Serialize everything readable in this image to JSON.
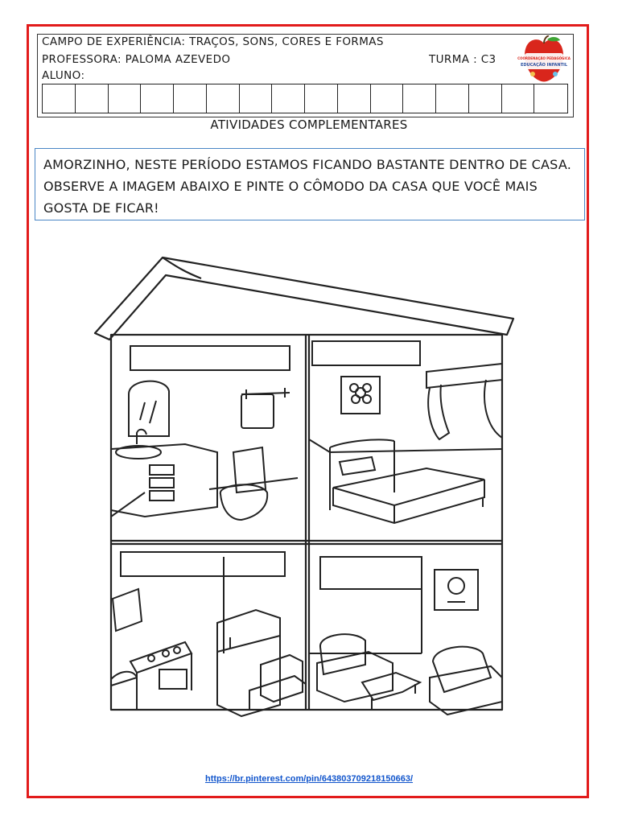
{
  "header": {
    "campo": "CAMPO DE EXPERIÊNCIA: TRAÇOS, SONS, CORES E FORMAS",
    "professora": "PROFESSORA: PALOMA AZEVEDO",
    "turma": "TURMA : C3",
    "aluno": "ALUNO:",
    "name_boxes": 16,
    "logo_text": [
      "COORDENAÇÃO PEDAGÓGICA",
      "EDUCAÇÃO INFANTIL"
    ]
  },
  "section_title": "ATIVIDADES COMPLEMENTARES",
  "instruction": "AMORZINHO, NESTE PERÍODO ESTAMOS FICANDO BASTANTE DENTRO DE CASA. OBSERVE A IMAGEM ABAIXO E PINTE O CÔMODO DA CASA QUE VOCÊ MAIS GOSTA DE FICAR!",
  "rooms": [
    "bathroom",
    "bedroom",
    "kitchen",
    "living-room"
  ],
  "footer_link": "https://br.pinterest.com/pin/643803709218150663/",
  "colors": {
    "frame": "#e21b1b",
    "instruction_border": "#4a86c5",
    "link": "#1155cc"
  }
}
